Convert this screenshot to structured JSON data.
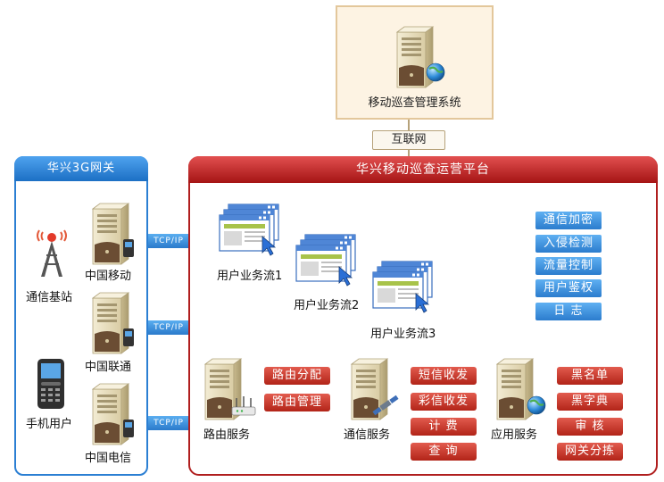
{
  "management": {
    "title": "移动巡查管理系统"
  },
  "internet": {
    "label": "互联网"
  },
  "gateway": {
    "title": "华兴3G网关",
    "nodes": [
      {
        "label": "中国移动"
      },
      {
        "label": "中国联通"
      },
      {
        "label": "中国电信"
      }
    ],
    "base_station": {
      "label": "通信基站"
    },
    "mobile_user": {
      "label": "手机用户"
    }
  },
  "links": [
    {
      "label": "TCP/IP"
    },
    {
      "label": "TCP/IP"
    },
    {
      "label": "TCP/IP"
    }
  ],
  "platform": {
    "title": "华兴移动巡查运营平台",
    "flows": [
      {
        "label": "用户业务流1"
      },
      {
        "label": "用户业务流2"
      },
      {
        "label": "用户业务流3"
      }
    ],
    "security_functions": [
      {
        "label": "通信加密"
      },
      {
        "label": "入侵检测"
      },
      {
        "label": "流量控制"
      },
      {
        "label": "用户鉴权"
      },
      {
        "label": "日 志"
      }
    ],
    "routing": {
      "label": "路由服务",
      "functions": [
        {
          "label": "路由分配"
        },
        {
          "label": "路由管理"
        }
      ]
    },
    "communication": {
      "label": "通信服务",
      "functions": [
        {
          "label": "短信收发"
        },
        {
          "label": "彩信收发"
        },
        {
          "label": "计 费"
        },
        {
          "label": "查 询"
        }
      ]
    },
    "application": {
      "label": "应用服务",
      "functions": [
        {
          "label": "黑名单"
        },
        {
          "label": "黑字典"
        },
        {
          "label": "审 核"
        },
        {
          "label": "网关分拣"
        }
      ]
    }
  },
  "colors": {
    "gateway_blue": "#2b7fd3",
    "platform_red": "#b01e1e",
    "function_blue": "#3d8fdf",
    "function_red": "#c0301f"
  }
}
